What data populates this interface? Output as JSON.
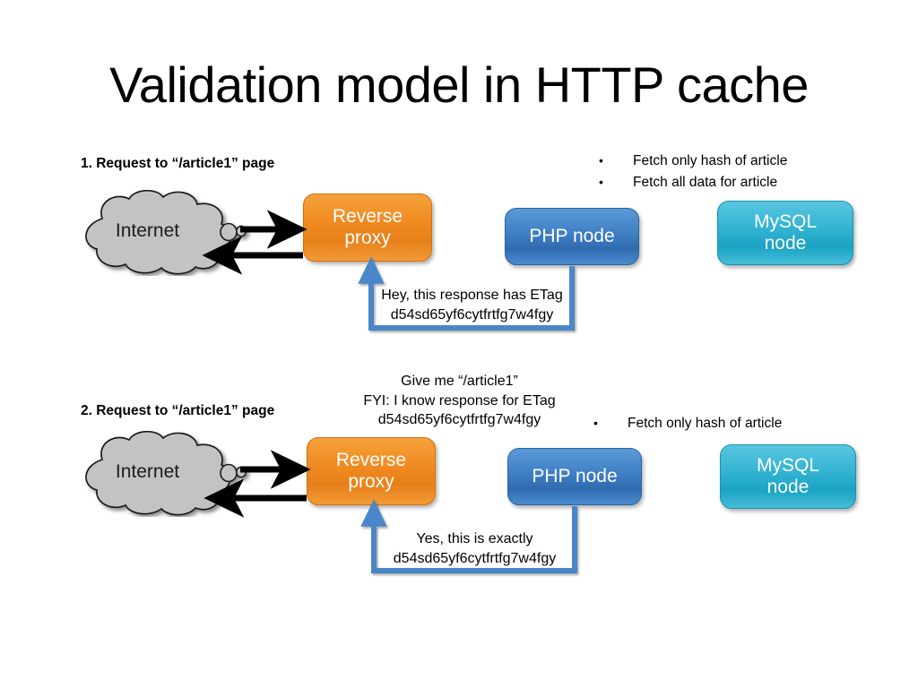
{
  "slide": {
    "title": "Validation model in HTTP cache",
    "background": "#ffffff"
  },
  "colors": {
    "proxy": "#ED7D31",
    "php": "#3F7FC4",
    "mysql": "#2BB0CC",
    "cloud": "#BFBFBF",
    "callout_arrow": "#4A87C8",
    "black_arrow": "#000000",
    "db_arrow_out": "#3F74B0",
    "db_arrow_in": "#3FAFCB"
  },
  "flows": [
    {
      "id": "flow-1",
      "step_label": "1. Request to “/article1” page",
      "cloud_label": "Internet",
      "nodes": [
        {
          "id": "reverse-proxy",
          "label_line1": "Reverse",
          "label_line2": "proxy",
          "color": "#ED7D31"
        },
        {
          "id": "php-node",
          "label_line1": "PHP node",
          "label_line2": "",
          "color": "#3F7FC4"
        },
        {
          "id": "mysql-node",
          "label_line1": "MySQL",
          "label_line2": "node",
          "color": "#2BB0CC"
        }
      ],
      "db_bullets": [
        "Fetch only hash of article",
        "Fetch all data for article"
      ],
      "response_callout": [
        "Hey, this response has ETag",
        "d54sd65yf6cytfrtfg7w4fgy"
      ],
      "request_callout": []
    },
    {
      "id": "flow-2",
      "step_label": "2. Request to “/article1” page",
      "cloud_label": "Internet",
      "nodes": [
        {
          "id": "reverse-proxy",
          "label_line1": "Reverse",
          "label_line2": "proxy",
          "color": "#ED7D31"
        },
        {
          "id": "php-node",
          "label_line1": "PHP node",
          "label_line2": "",
          "color": "#3F7FC4"
        },
        {
          "id": "mysql-node",
          "label_line1": "MySQL",
          "label_line2": "node",
          "color": "#2BB0CC"
        }
      ],
      "db_bullets": [
        "Fetch only hash of article"
      ],
      "request_callout": [
        "Give me “/article1”",
        "FYI: I know response for ETag",
        "d54sd65yf6cytfrtfg7w4fgy"
      ],
      "response_callout": [
        "Yes, this is exactly",
        "d54sd65yf6cytfrtfg7w4fgy"
      ]
    }
  ]
}
